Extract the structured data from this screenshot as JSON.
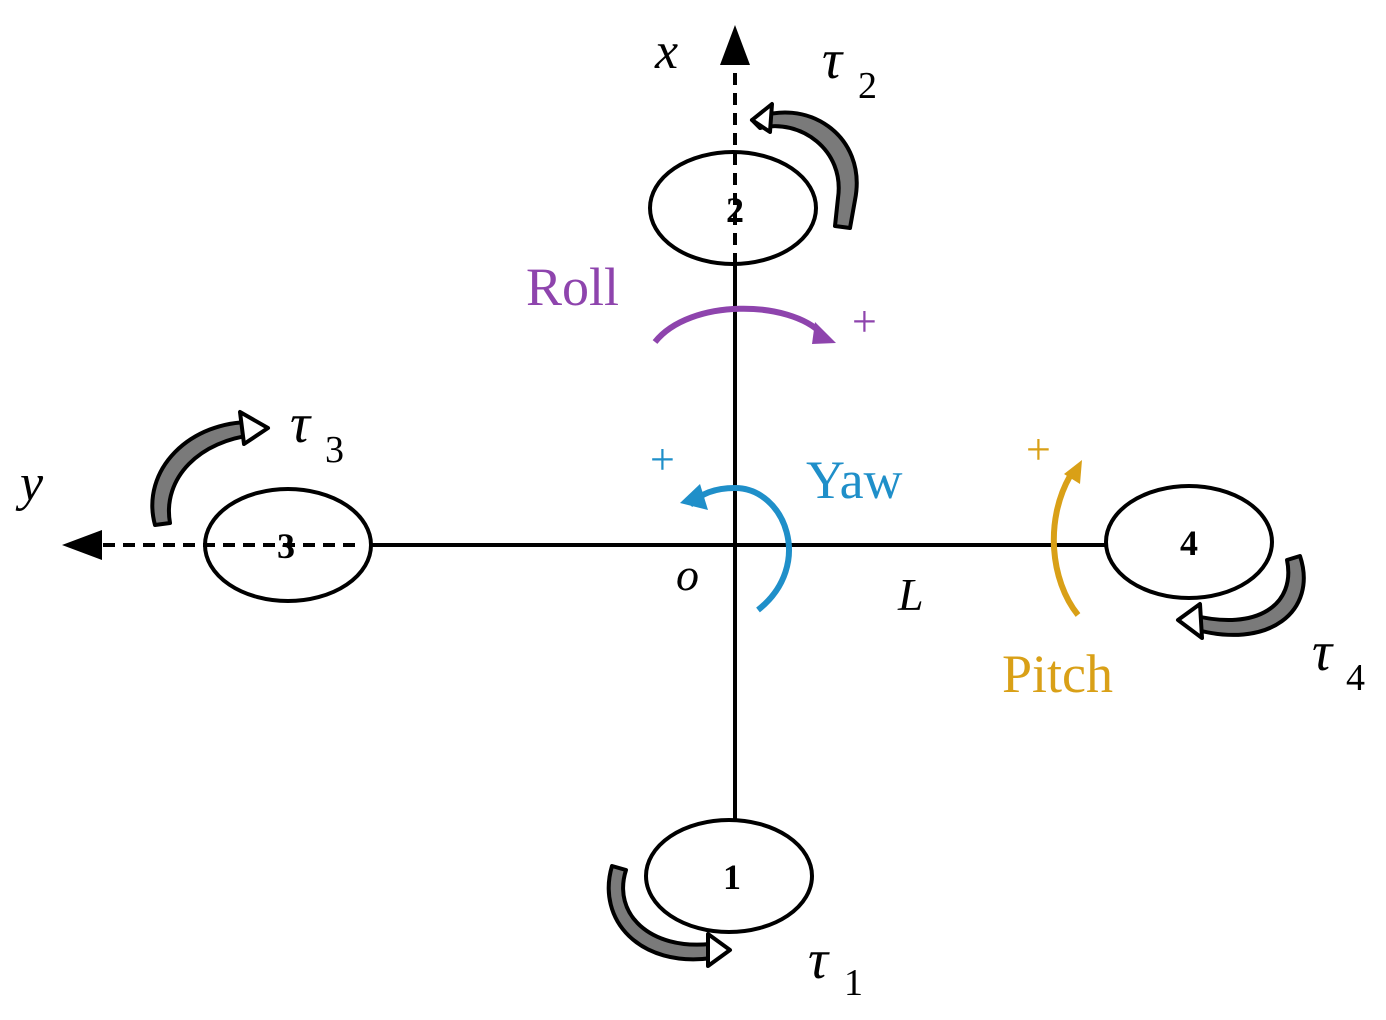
{
  "axes": {
    "x_label": "x",
    "y_label": "y",
    "origin_label": "o",
    "arm_length_label": "L"
  },
  "rotors": [
    {
      "label": "1",
      "torque_symbol": "τ",
      "torque_subscript": "1"
    },
    {
      "label": "2",
      "torque_symbol": "τ",
      "torque_subscript": "2"
    },
    {
      "label": "3",
      "torque_symbol": "τ",
      "torque_subscript": "3"
    },
    {
      "label": "4",
      "torque_symbol": "τ",
      "torque_subscript": "4"
    }
  ],
  "motions": {
    "roll": {
      "label": "Roll",
      "sign": "+",
      "color": "#8e44ad"
    },
    "yaw": {
      "label": "Yaw",
      "sign": "+",
      "color": "#1f8fc9"
    },
    "pitch": {
      "label": "Pitch",
      "sign": "+",
      "color": "#d9a017"
    }
  },
  "colors": {
    "line": "#000000",
    "torque_arrow_fill": "#7a7a7a"
  }
}
